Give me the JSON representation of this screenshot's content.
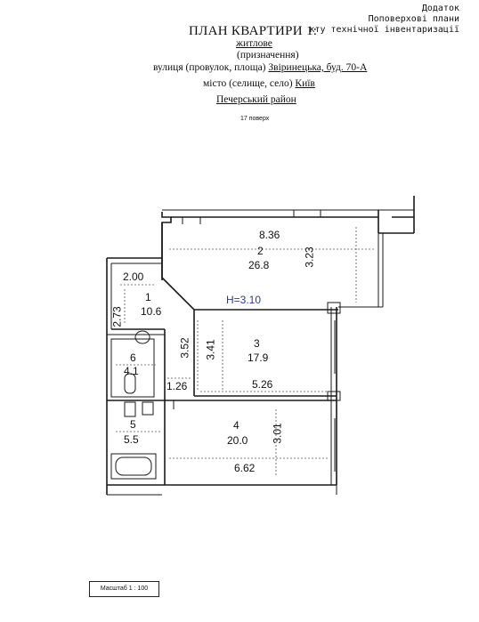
{
  "header": {
    "title": "ПЛАН КВАРТИРИ 1:",
    "purpose_value": "житлове",
    "purpose_label": "(призначення)",
    "street_label": "вулиця (провулок, площа)",
    "street_value": "Звіринецька, буд. 70-А",
    "city_label": "місто (селище, село)",
    "city_value": "Київ",
    "district": "Печерський район",
    "floor": "17 поверх"
  },
  "corner_note": {
    "line1": "Додаток",
    "line2": "Поповерхові плани",
    "line3": "кту технічної інвентаризації"
  },
  "height_label": "H=3.10",
  "rooms": [
    {
      "number": "1",
      "area": "10.6"
    },
    {
      "number": "2",
      "area": "26.8"
    },
    {
      "number": "3",
      "area": "17.9"
    },
    {
      "number": "4",
      "area": "20.0"
    },
    {
      "number": "5",
      "area": "5.5"
    },
    {
      "number": "6",
      "area": "4.1"
    }
  ],
  "dimensions": {
    "room2_width": "8.36",
    "room2_depth": "3.23",
    "room1_width": "2.00",
    "room1_depth": "2.73",
    "corridor_a": "3.52",
    "room3_depth": "3.41",
    "room3_width": "5.26",
    "corridor_width": "1.26",
    "room4_depth": "3.01",
    "room4_width": "6.62"
  },
  "scale": "Масштаб 1 : 100",
  "colors": {
    "line": "#1a1a1a",
    "height_label": "#2a3aa0"
  }
}
